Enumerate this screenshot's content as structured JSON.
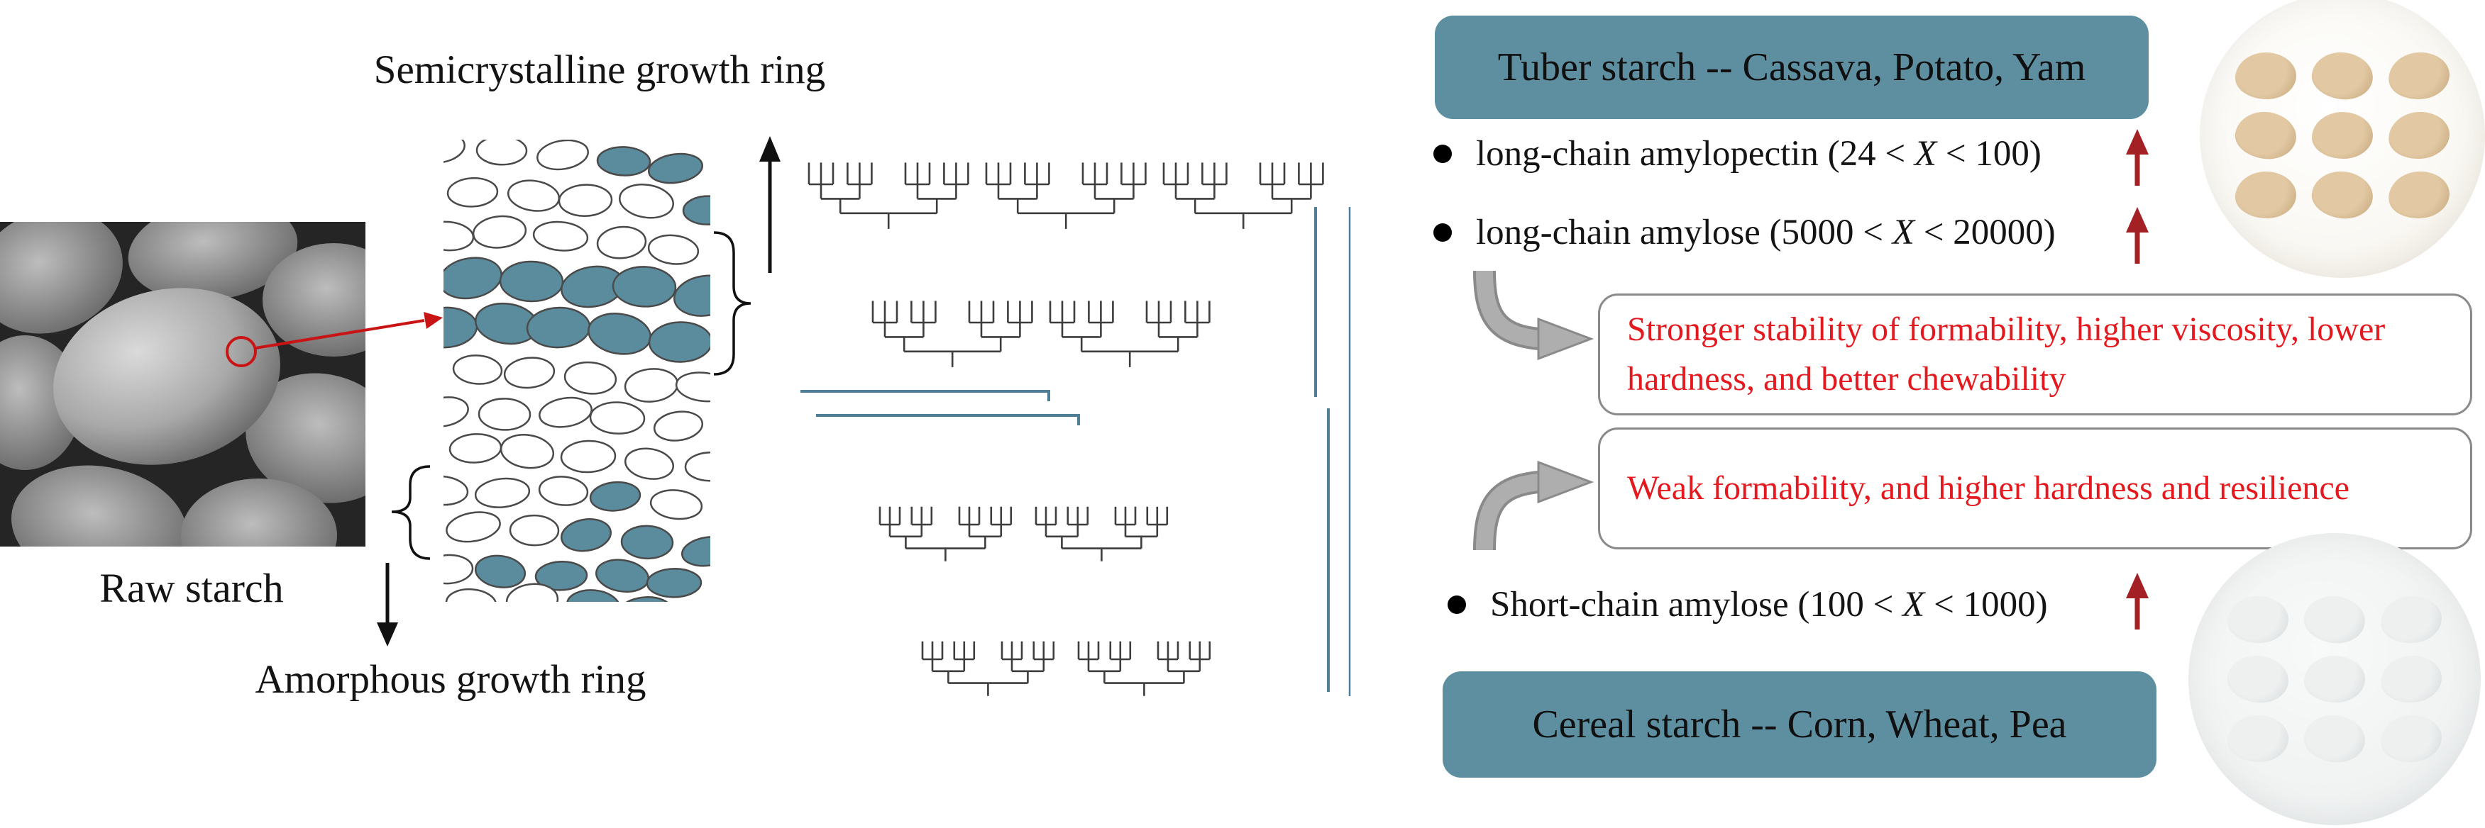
{
  "palette": {
    "teal_box": "#5e8fa1",
    "teal_oval": "#5b8c9e",
    "teal_line": "#4e7f96",
    "red_text": "#e4191f",
    "dark_red": "#a32024",
    "locator_red": "#c81414",
    "gray_arrow_fill": "#aeaeae",
    "gray_arrow_edge": "#8a8a8a",
    "tree_line": "#3d3d3d",
    "tuber_blob": "#e2c9a4",
    "tuber_blob_edge": "#c2a276",
    "tuber_bg": "#faf8f3",
    "cereal_blob": "#eef0f0",
    "cereal_blob_edge": "#d3d8d9",
    "cereal_bg": "#f1f3f3"
  },
  "left": {
    "raw_starch_label": "Raw starch",
    "semicrystalline_label": "Semicrystalline growth ring",
    "amorphous_label": "Amorphous growth ring"
  },
  "right": {
    "tuber_box_label": "Tuber starch -- Cassava, Potato, Yam",
    "cereal_box_label": "Cereal starch -- Corn, Wheat, Pea",
    "bullets": [
      {
        "pre": "long-chain amylopectin (24 < ",
        "var": "X",
        "post": " < 100)"
      },
      {
        "pre": "long-chain amylose (5000 < ",
        "var": "X",
        "post": " < 20000)"
      },
      {
        "pre": "Short-chain amylose (100 < ",
        "var": "X",
        "post": " < 1000)"
      }
    ],
    "outcome_boxes": [
      {
        "text": "Stronger stability of formability, higher viscosity, lower hardness, and better chewability"
      },
      {
        "text": "Weak formability, and higher hardness and resilience"
      }
    ]
  }
}
